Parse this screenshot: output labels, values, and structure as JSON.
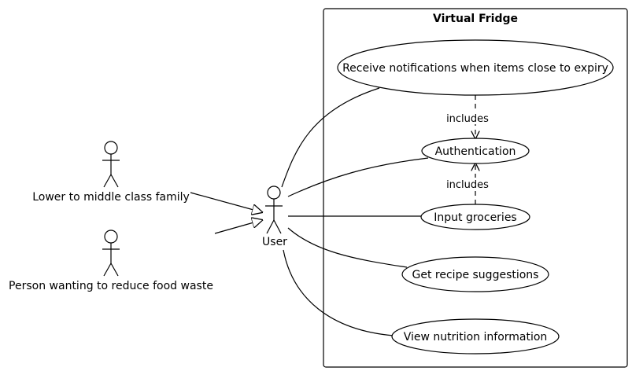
{
  "system": {
    "title": "Virtual Fridge"
  },
  "actors": {
    "user": "User",
    "family": "Lower to middle class family",
    "waste": "Person wanting to reduce food waste"
  },
  "use_cases": {
    "notifications": "Receive notifications when items close to expiry",
    "authentication": "Authentication",
    "input_groceries": "Input groceries",
    "recipe": "Get recipe suggestions",
    "nutrition": "View nutrition information"
  },
  "relations": {
    "include_1": "includes",
    "include_2": "includes"
  }
}
